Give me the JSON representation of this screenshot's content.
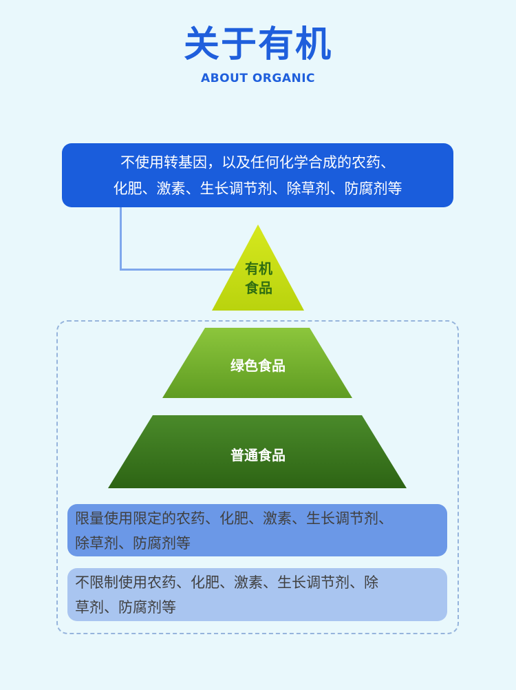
{
  "header": {
    "title": "关于有机",
    "subtitle": "ABOUT ORGANIC"
  },
  "organic_note": {
    "line1": "不使用转基因，以及任何化学合成的农药、",
    "line2": "化肥、激素、生长调节剂、除草剂、防腐剂等"
  },
  "pyramid": {
    "organic_line1": "有机",
    "organic_line2": "食品",
    "green": "绿色食品",
    "normal": "普通食品"
  },
  "green_note": {
    "line1": "限量使用限定的农药、化肥、激素、生长调节剂、",
    "line2": "除草剂、防腐剂等"
  },
  "normal_note": {
    "line1": "不限制使用农药、化肥、激素、生长调节剂、除",
    "line2": "草剂、防腐剂等"
  },
  "colors": {
    "accent_blue": "#1a5ddc",
    "organic_tier": "#c8dd14",
    "green_tier": "#79b02c",
    "normal_tier": "#3a7d1f"
  }
}
